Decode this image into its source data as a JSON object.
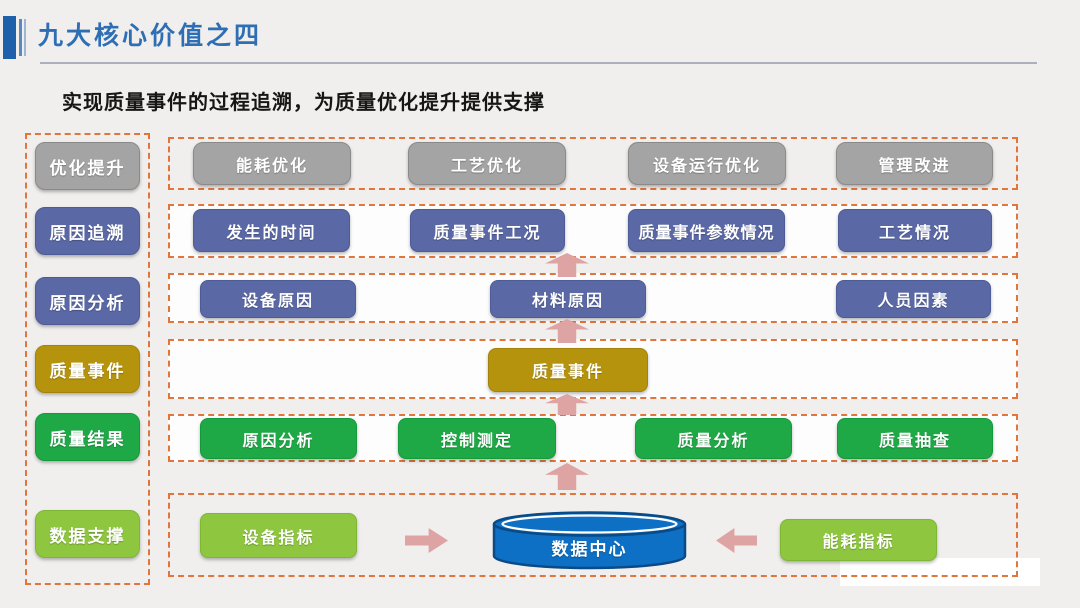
{
  "header": {
    "title": "九大核心价值之四",
    "subtitle": "实现质量事件的过程追溯，为质量优化提升提供支撑"
  },
  "legend": {
    "items": [
      {
        "label": "优化提升",
        "color": "#a4a4a4"
      },
      {
        "label": "原因追溯",
        "color": "#5a68a6"
      },
      {
        "label": "原因分析",
        "color": "#5a68a6"
      },
      {
        "label": "质量事件",
        "color": "#b6930c"
      },
      {
        "label": "质量结果",
        "color": "#1ea846"
      },
      {
        "label": "数据支撑",
        "color": "#8ec73f"
      }
    ]
  },
  "rows": [
    {
      "name": "优化提升",
      "color": "#a4a4a4",
      "items": [
        {
          "label": "能耗优化"
        },
        {
          "label": "工艺优化"
        },
        {
          "label": "设备运行优化"
        },
        {
          "label": "管理改进"
        }
      ]
    },
    {
      "name": "原因追溯",
      "color": "#5a68a6",
      "items": [
        {
          "label": "发生的时间"
        },
        {
          "label": "质量事件工况"
        },
        {
          "label": "质量事件参数情况"
        },
        {
          "label": "工艺情况"
        }
      ]
    },
    {
      "name": "原因分析",
      "color": "#5a68a6",
      "items": [
        {
          "label": "设备原因"
        },
        {
          "label": "材料原因"
        },
        {
          "label": "人员因素"
        }
      ]
    },
    {
      "name": "质量事件",
      "color": "#b6930c",
      "items": [
        {
          "label": "质量事件"
        }
      ]
    },
    {
      "name": "质量结果",
      "color": "#1ea846",
      "items": [
        {
          "label": "原因分析"
        },
        {
          "label": "控制测定"
        },
        {
          "label": "质量分析"
        },
        {
          "label": "质量抽查"
        }
      ]
    },
    {
      "name": "数据支撑",
      "color": "#8ec73f",
      "items": [
        {
          "label": "设备指标"
        },
        {
          "label": "数据中心"
        },
        {
          "label": "能耗指标"
        }
      ]
    }
  ],
  "colors": {
    "background": "#f1efed",
    "title_blue": "#2e6eb4",
    "dashed_border_orange": "#e0763c",
    "arrow_salmon": "#dda4a3",
    "data_center_blue": "#0d70c5",
    "row_fill_white": "#fdfdfd"
  }
}
